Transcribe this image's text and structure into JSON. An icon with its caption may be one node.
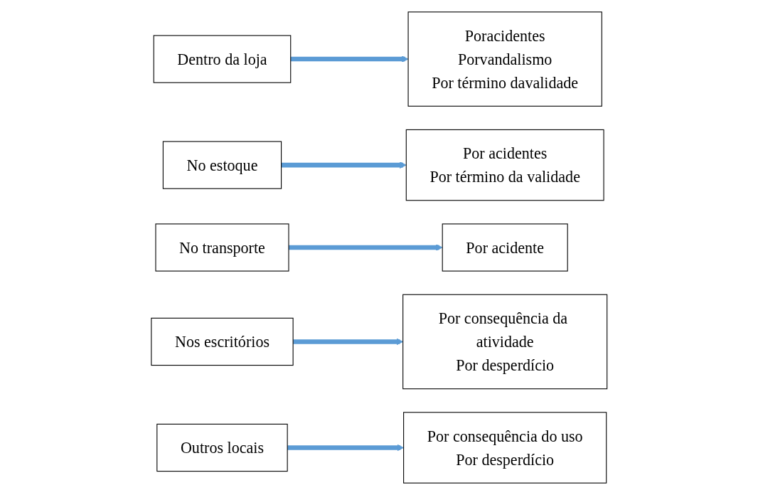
{
  "diagram": {
    "nodes": [
      {
        "text": [
          "Dentro da loja"
        ]
      },
      {
        "text": [
          "Poracidentes",
          "Porvandalismo",
          "Por término davalidade"
        ]
      },
      {
        "text": [
          "No estoque"
        ]
      },
      {
        "text": [
          "Por acidentes",
          "Por término da validade"
        ]
      },
      {
        "text": [
          "No transporte"
        ]
      },
      {
        "text": [
          "Por acidente"
        ]
      },
      {
        "text": [
          "Nos escritórios"
        ]
      },
      {
        "text": [
          "Por consequência da atividade",
          "Por desperdício"
        ]
      },
      {
        "text": [
          "Outros locais"
        ]
      },
      {
        "text": [
          "Por consequência do uso",
          "Por desperdício"
        ]
      }
    ],
    "edges": [
      {
        "from": 0,
        "to": 1,
        "arrow": "to"
      },
      {
        "from": 2,
        "to": 3,
        "arrow": "to"
      },
      {
        "from": 4,
        "to": 5,
        "arrow": "to"
      },
      {
        "from": 6,
        "to": 7,
        "arrow": "to"
      },
      {
        "from": 8,
        "to": 9,
        "arrow": "to"
      }
    ]
  }
}
